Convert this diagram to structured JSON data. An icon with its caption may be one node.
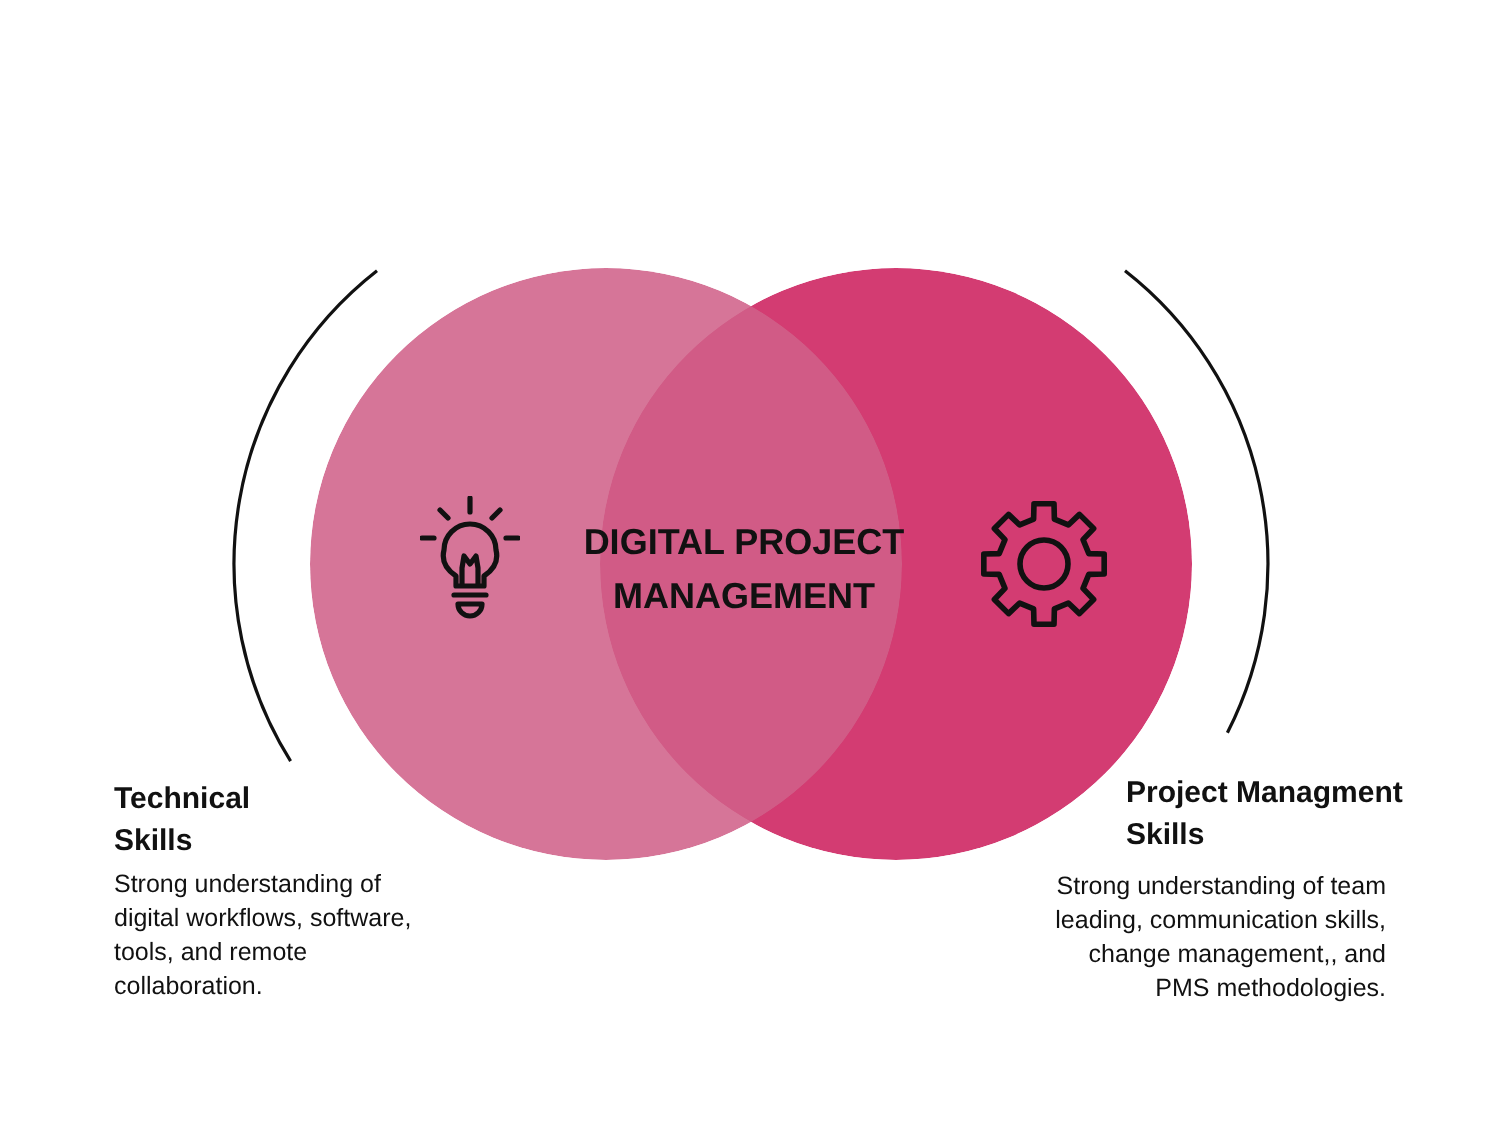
{
  "diagram": {
    "nodes": [
      {
        "text": [],
        "shape": "circle",
        "beside": [
          "Technical Skills",
          "Strong understanding of digital workflows, software, tools, and remote collaboration."
        ]
      },
      {
        "text": [],
        "shape": "circle",
        "beside": [
          "Project Managment Skills",
          "Strong understanding of team leading, communication skills, change management,, and PMS methodologies."
        ]
      }
    ],
    "labels": [
      "DIGITAL PROJECT MANAGEMENT"
    ]
  }
}
